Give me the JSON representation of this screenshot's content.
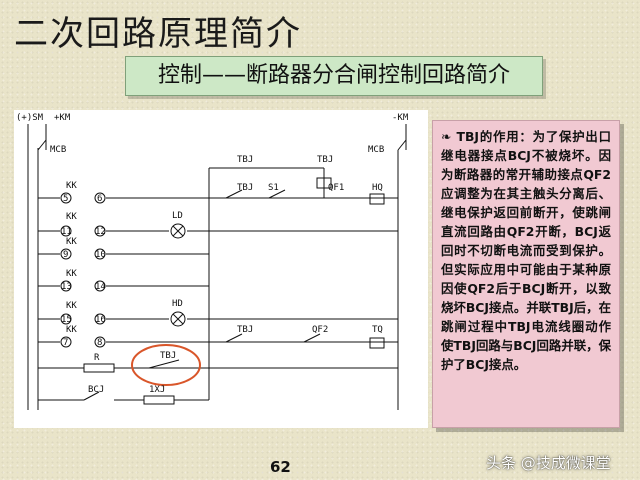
{
  "slide": {
    "title": "二次回路原理简介",
    "subtitle": "控制——断路器分合闸控制回路简介",
    "page_number": "62"
  },
  "diagram": {
    "labels": {
      "plus_sm": "(+)SM",
      "plus_km": "+KM",
      "minus_km": "-KM",
      "mcb_left": "MCB",
      "mcb_right": "MCB",
      "kk1": "KK",
      "kk2": "KK",
      "kk3": "KK",
      "kk4": "KK",
      "kk5": "KK",
      "kk6": "KK",
      "n5": "5",
      "n6": "6",
      "n11": "11",
      "n12": "12",
      "n9": "9",
      "n10": "10",
      "n13": "13",
      "n14": "14",
      "n15": "15",
      "n16": "16",
      "n7": "7",
      "n8": "8",
      "ld": "LD",
      "hd": "HD",
      "tbj1": "TBJ",
      "tbj2": "TBJ",
      "tbj3": "TBJ",
      "tbj4": "TBJ",
      "tbj5": "TBJ",
      "s1": "S1",
      "qf1": "QF1",
      "qf2": "QF2",
      "hq": "HQ",
      "tq": "TQ",
      "r": "R",
      "bcj": "BCJ",
      "xj1": "1XJ"
    }
  },
  "note": {
    "heading": "TBJ的作用：",
    "body": "为了保护出口继电器接点BCJ不被烧坏。因为断路器的常开辅助接点QF2应调整为在其主触头分离后、继电保护返回前断开，使跳闸直流回路由QF2开断，BCJ返回时不切断电流而受到保护。但实际应用中可能由于某种原因使QF2后于BCJ断开，以致烧坏BCJ接点。并联TBJ后，在跳闸过程中TBJ电流线圈动作使TBJ回路与BCJ回路并联，保护了BCJ接点。"
  },
  "watermark": {
    "text": "头条 @技成微课堂"
  },
  "colors": {
    "slide_bg": "#e9e4c9",
    "subtitle_bg": "#cde8c6",
    "note_bg": "#f1c9d2",
    "highlight_ring": "#d9562a"
  }
}
